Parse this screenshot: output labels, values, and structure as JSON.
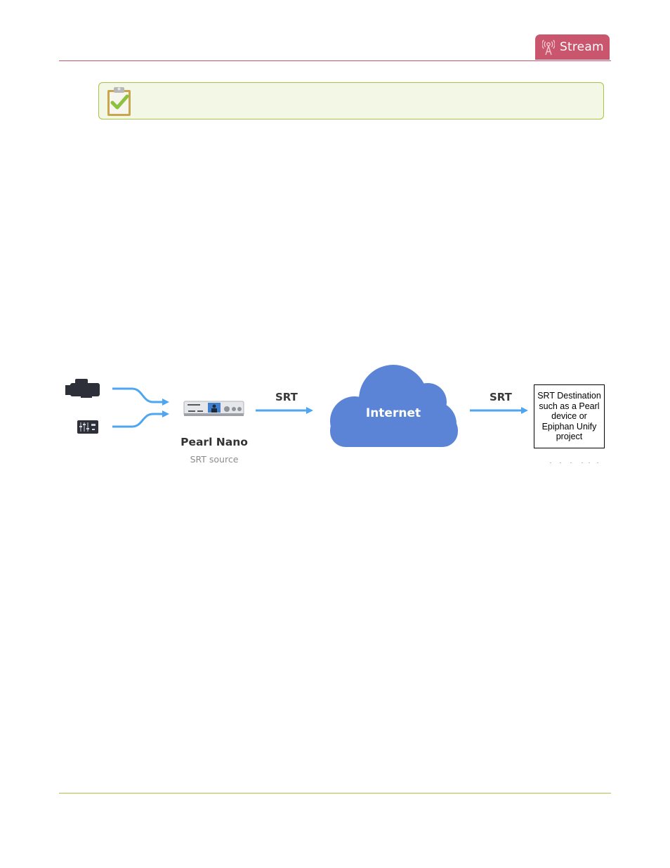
{
  "header": {
    "section_tab": "Stream",
    "tab_color": "#c9566d",
    "tab_icon": "broadcast-tower-icon"
  },
  "note": {
    "icon": "clipboard-check-icon",
    "border_color": "#a7c244"
  },
  "diagram": {
    "inputs": [
      "video-camera-icon",
      "audio-mixer-icon"
    ],
    "source_device": {
      "name": "Pearl Nano",
      "role": "SRT source"
    },
    "link_left_label": "SRT",
    "cloud_label": "Internet",
    "link_right_label": "SRT",
    "destination": {
      "lines": [
        "SRT Destination",
        "such as a Pearl",
        "device or",
        "Epiphan Unify",
        "project"
      ]
    },
    "arrow_color": "#4da6ef",
    "cloud_color": "#5b84d6"
  }
}
